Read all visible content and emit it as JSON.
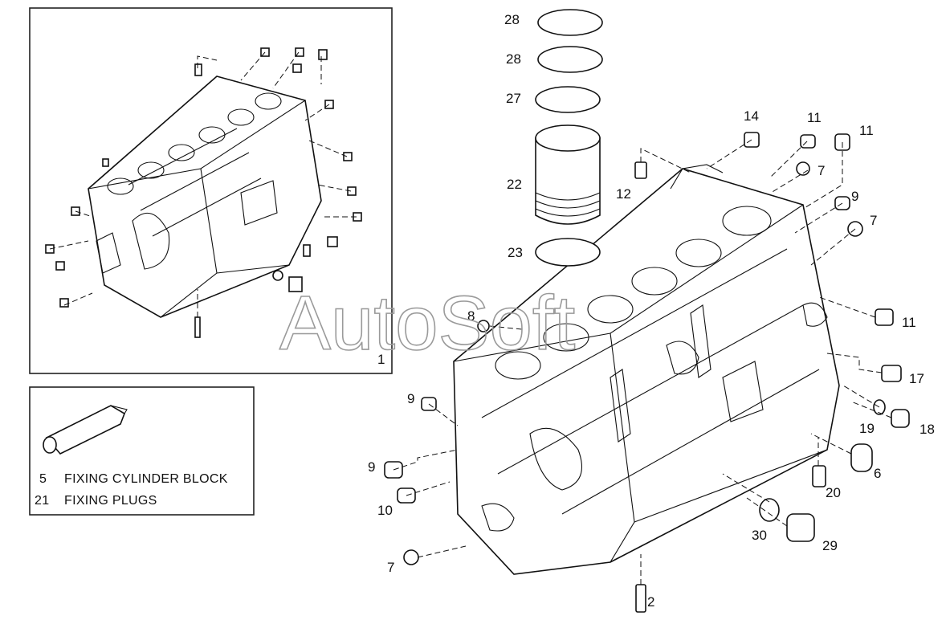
{
  "watermark": "AutoSoft",
  "inset_overview": {
    "label": "1"
  },
  "legend": {
    "items": [
      {
        "number": "5",
        "text": "FIXING CYLINDER BLOCK"
      },
      {
        "number": "21",
        "text": "FIXING PLUGS"
      }
    ]
  },
  "callouts": {
    "c28a": "28",
    "c28b": "28",
    "c27": "27",
    "c22": "22",
    "c23": "23",
    "c14": "14",
    "c11a": "11",
    "c11b": "11",
    "c12": "12",
    "c7a": "7",
    "c9a": "9",
    "c7b": "7",
    "c11c": "11",
    "c8": "8",
    "c17": "17",
    "c19": "19",
    "c18": "18",
    "c9b": "9",
    "c6": "6",
    "c9c": "9",
    "c20": "20",
    "c10": "10",
    "c30": "30",
    "c29": "29",
    "c7c": "7",
    "c2": "2"
  }
}
